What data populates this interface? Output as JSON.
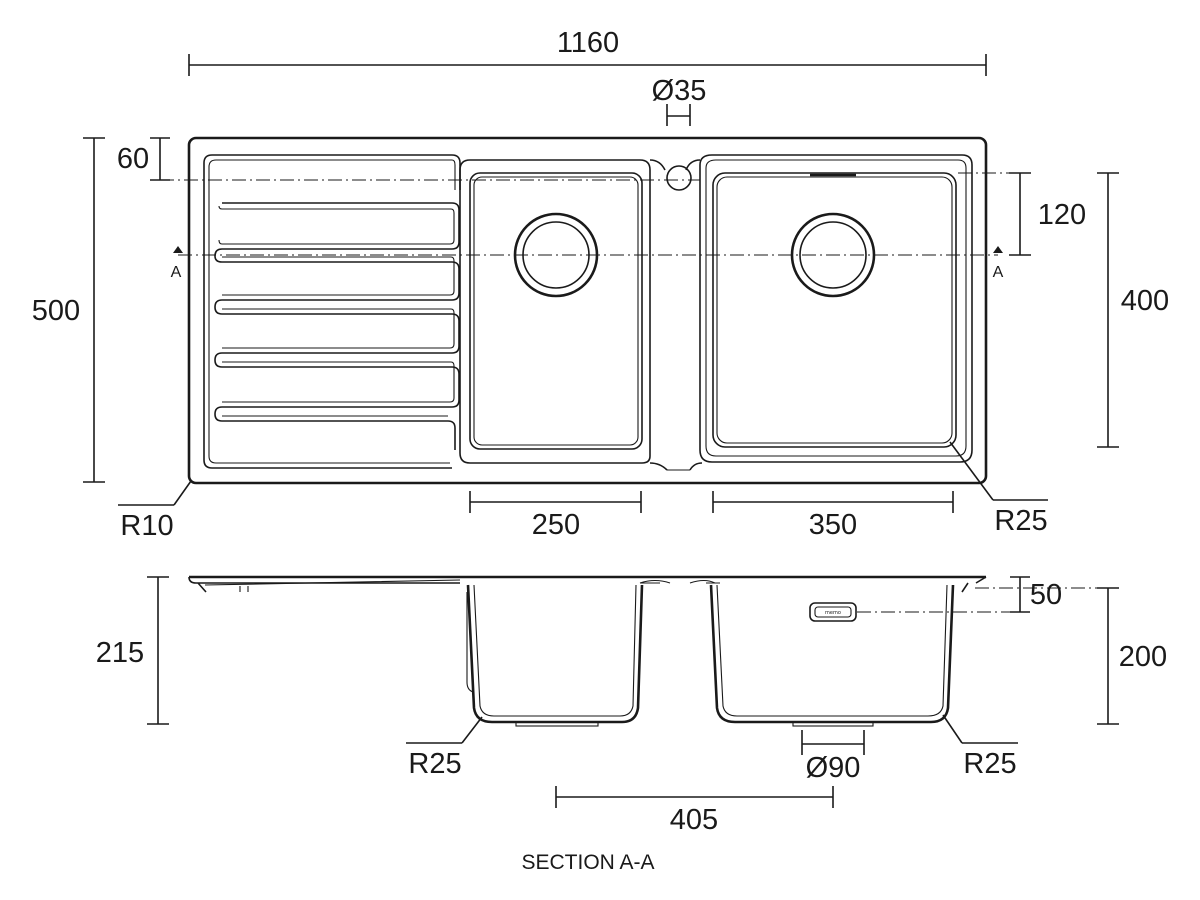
{
  "plan_view": {
    "overall_length": "1160",
    "tap_hole": "Ø35",
    "overall_width": "500",
    "tap_offset": "60",
    "waste_offset": "120",
    "bowl_depth_plan": "400",
    "corner_radius": "R10",
    "small_bowl_width": "250",
    "large_bowl_width": "350",
    "bowl_corner_radius": "R25",
    "section_marker_left": "A",
    "section_marker_right": "A"
  },
  "section_view": {
    "overall_depth": "215",
    "overflow_offset": "50",
    "bowl_depth": "200",
    "left_bowl_radius": "R25",
    "waste_diameter": "Ø90",
    "right_bowl_radius": "R25",
    "waste_spacing": "405",
    "overflow_badge": "memo",
    "title": "SECTION A-A"
  }
}
